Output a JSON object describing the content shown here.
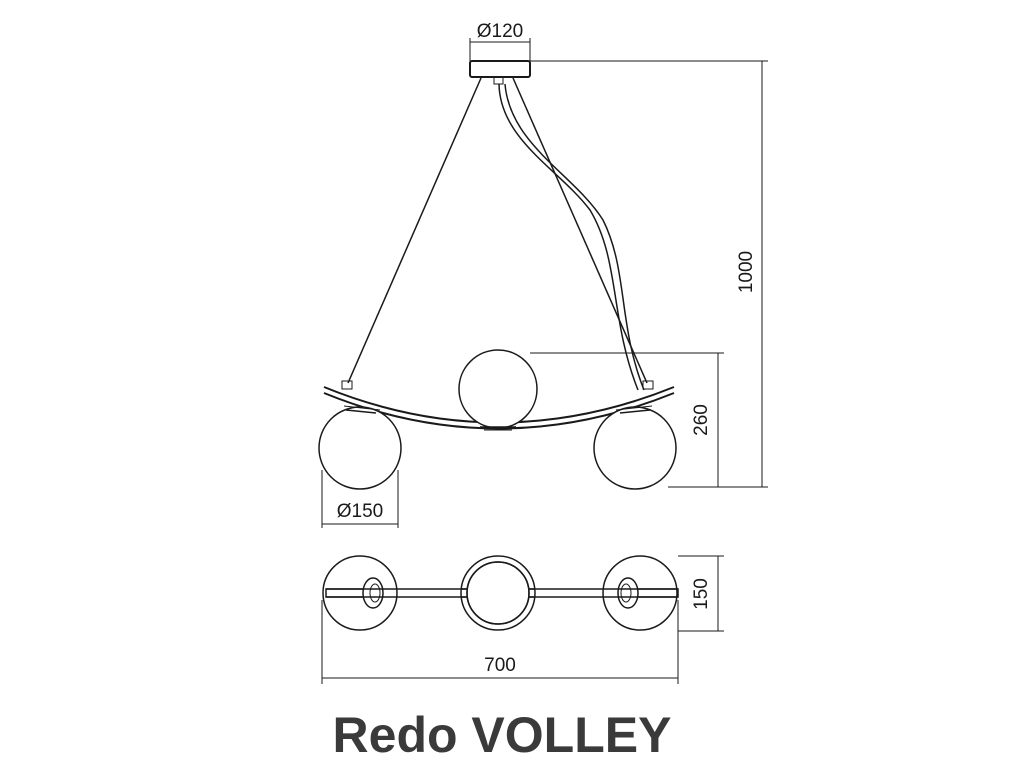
{
  "product": {
    "title": "Redo VOLLEY"
  },
  "dimensions": {
    "canopy_diameter": "Ø120",
    "total_height": "1000",
    "globe_height": "260",
    "globe_diameter": "Ø150",
    "top_view_depth": "150",
    "total_width": "700"
  }
}
